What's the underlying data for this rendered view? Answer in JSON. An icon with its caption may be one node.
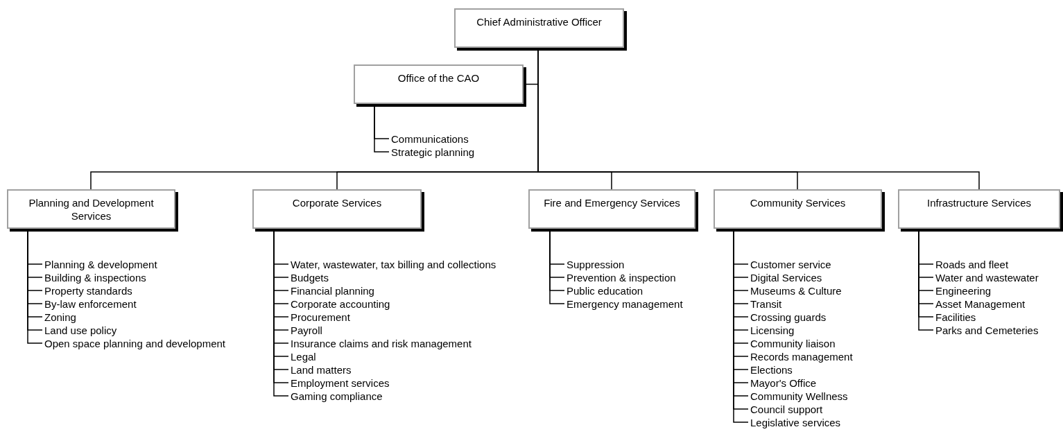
{
  "diagram": {
    "nodes": [
      {
        "text": [
          "Chief Administrative Officer"
        ]
      },
      {
        "text": [
          "Office of the CAO"
        ]
      },
      {
        "text": [
          "Communications"
        ]
      },
      {
        "text": [
          "Strategic planning"
        ]
      },
      {
        "text": [
          "Planning and Development Services"
        ]
      },
      {
        "text": [
          "Planning & development"
        ]
      },
      {
        "text": [
          "Building & inspections"
        ]
      },
      {
        "text": [
          "Property standards"
        ]
      },
      {
        "text": [
          "By-law enforcement"
        ]
      },
      {
        "text": [
          "Zoning"
        ]
      },
      {
        "text": [
          "Land use policy"
        ]
      },
      {
        "text": [
          "Open space planning and development"
        ]
      },
      {
        "text": [
          "Corporate Services"
        ]
      },
      {
        "text": [
          "Water, wastewater, tax billing and collections"
        ]
      },
      {
        "text": [
          "Budgets"
        ]
      },
      {
        "text": [
          "Financial planning"
        ]
      },
      {
        "text": [
          "Corporate accounting"
        ]
      },
      {
        "text": [
          "Procurement"
        ]
      },
      {
        "text": [
          "Payroll"
        ]
      },
      {
        "text": [
          "Insurance claims and risk management"
        ]
      },
      {
        "text": [
          "Legal"
        ]
      },
      {
        "text": [
          "Land matters"
        ]
      },
      {
        "text": [
          "Employment services"
        ]
      },
      {
        "text": [
          "Gaming compliance"
        ]
      },
      {
        "text": [
          "Fire and Emergency Services"
        ]
      },
      {
        "text": [
          "Suppression"
        ]
      },
      {
        "text": [
          "Prevention & inspection"
        ]
      },
      {
        "text": [
          "Public education"
        ]
      },
      {
        "text": [
          "Emergency management"
        ]
      },
      {
        "text": [
          "Community Services"
        ]
      },
      {
        "text": [
          "Customer service"
        ]
      },
      {
        "text": [
          "Digital Services"
        ]
      },
      {
        "text": [
          "Museums & Culture"
        ]
      },
      {
        "text": [
          "Transit"
        ]
      },
      {
        "text": [
          "Crossing guards"
        ]
      },
      {
        "text": [
          "Licensing"
        ]
      },
      {
        "text": [
          "Community liaison"
        ]
      },
      {
        "text": [
          "Records management"
        ]
      },
      {
        "text": [
          "Elections"
        ]
      },
      {
        "text": [
          "Mayor's Office"
        ]
      },
      {
        "text": [
          "Community Wellness"
        ]
      },
      {
        "text": [
          "Council support"
        ]
      },
      {
        "text": [
          "Legislative services"
        ]
      },
      {
        "text": [
          "Infrastructure Services"
        ]
      },
      {
        "text": [
          "Roads and fleet"
        ]
      },
      {
        "text": [
          "Water and wastewater"
        ]
      },
      {
        "text": [
          "Engineering"
        ]
      },
      {
        "text": [
          "Asset Management"
        ]
      },
      {
        "text": [
          "Facilities"
        ]
      },
      {
        "text": [
          "Parks and Cemeteries"
        ]
      }
    ],
    "edges": [
      {
        "from": 0,
        "to": 1,
        "arrow": "none"
      },
      {
        "from": 0,
        "to": 4,
        "arrow": "none"
      },
      {
        "from": 0,
        "to": 12,
        "arrow": "none"
      },
      {
        "from": 0,
        "to": 24,
        "arrow": "none"
      },
      {
        "from": 0,
        "to": 29,
        "arrow": "none"
      },
      {
        "from": 0,
        "to": 43,
        "arrow": "none"
      },
      {
        "from": 1,
        "to": 2,
        "arrow": "none"
      },
      {
        "from": 1,
        "to": 3,
        "arrow": "none"
      },
      {
        "from": 4,
        "to": 5,
        "arrow": "none"
      },
      {
        "from": 4,
        "to": 6,
        "arrow": "none"
      },
      {
        "from": 4,
        "to": 7,
        "arrow": "none"
      },
      {
        "from": 4,
        "to": 8,
        "arrow": "none"
      },
      {
        "from": 4,
        "to": 9,
        "arrow": "none"
      },
      {
        "from": 4,
        "to": 10,
        "arrow": "none"
      },
      {
        "from": 4,
        "to": 11,
        "arrow": "none"
      },
      {
        "from": 12,
        "to": 13,
        "arrow": "none"
      },
      {
        "from": 12,
        "to": 14,
        "arrow": "none"
      },
      {
        "from": 12,
        "to": 15,
        "arrow": "none"
      },
      {
        "from": 12,
        "to": 16,
        "arrow": "none"
      },
      {
        "from": 12,
        "to": 17,
        "arrow": "none"
      },
      {
        "from": 12,
        "to": 18,
        "arrow": "none"
      },
      {
        "from": 12,
        "to": 19,
        "arrow": "none"
      },
      {
        "from": 12,
        "to": 20,
        "arrow": "none"
      },
      {
        "from": 12,
        "to": 21,
        "arrow": "none"
      },
      {
        "from": 12,
        "to": 22,
        "arrow": "none"
      },
      {
        "from": 12,
        "to": 23,
        "arrow": "none"
      },
      {
        "from": 24,
        "to": 25,
        "arrow": "none"
      },
      {
        "from": 24,
        "to": 26,
        "arrow": "none"
      },
      {
        "from": 24,
        "to": 27,
        "arrow": "none"
      },
      {
        "from": 24,
        "to": 28,
        "arrow": "none"
      },
      {
        "from": 29,
        "to": 30,
        "arrow": "none"
      },
      {
        "from": 29,
        "to": 31,
        "arrow": "none"
      },
      {
        "from": 29,
        "to": 32,
        "arrow": "none"
      },
      {
        "from": 29,
        "to": 33,
        "arrow": "none"
      },
      {
        "from": 29,
        "to": 34,
        "arrow": "none"
      },
      {
        "from": 29,
        "to": 35,
        "arrow": "none"
      },
      {
        "from": 29,
        "to": 36,
        "arrow": "none"
      },
      {
        "from": 29,
        "to": 37,
        "arrow": "none"
      },
      {
        "from": 29,
        "to": 38,
        "arrow": "none"
      },
      {
        "from": 29,
        "to": 39,
        "arrow": "none"
      },
      {
        "from": 29,
        "to": 40,
        "arrow": "none"
      },
      {
        "from": 29,
        "to": 41,
        "arrow": "none"
      },
      {
        "from": 29,
        "to": 42,
        "arrow": "none"
      },
      {
        "from": 43,
        "to": 44,
        "arrow": "none"
      },
      {
        "from": 43,
        "to": 45,
        "arrow": "none"
      },
      {
        "from": 43,
        "to": 46,
        "arrow": "none"
      },
      {
        "from": 43,
        "to": 47,
        "arrow": "none"
      },
      {
        "from": 43,
        "to": 48,
        "arrow": "none"
      },
      {
        "from": 43,
        "to": 49,
        "arrow": "none"
      }
    ]
  }
}
